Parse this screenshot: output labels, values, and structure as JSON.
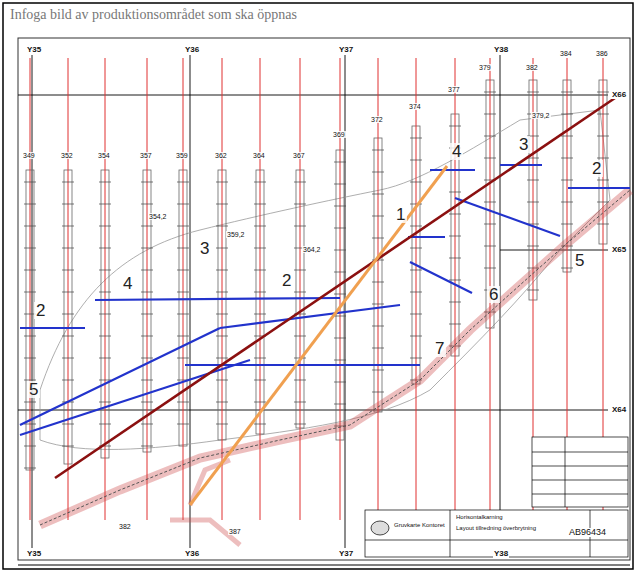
{
  "diagram": {
    "title": "Infoga bild av produktionsområdet som ska öppnas",
    "labels": [
      "Y35",
      "Y36",
      "Y37",
      "Y38",
      "X66",
      "X65",
      "X64",
      "Y35",
      "Y36",
      "Y37",
      "Y38",
      "349",
      "352",
      "354",
      "357",
      "359",
      "362",
      "364",
      "367",
      "369",
      "372",
      "374",
      "377",
      "379",
      "382",
      "384",
      "386",
      "354,2",
      "359,2",
      "364,2",
      "379,2",
      "4",
      "3",
      "2",
      "1",
      "5",
      "6",
      "7",
      "4",
      "3",
      "2",
      "2",
      "5",
      "AB96434",
      "Gruvkarte Kontoret",
      "Horisontalkarning",
      "Layout tillredning överbrytning",
      "382",
      "387"
    ]
  }
}
